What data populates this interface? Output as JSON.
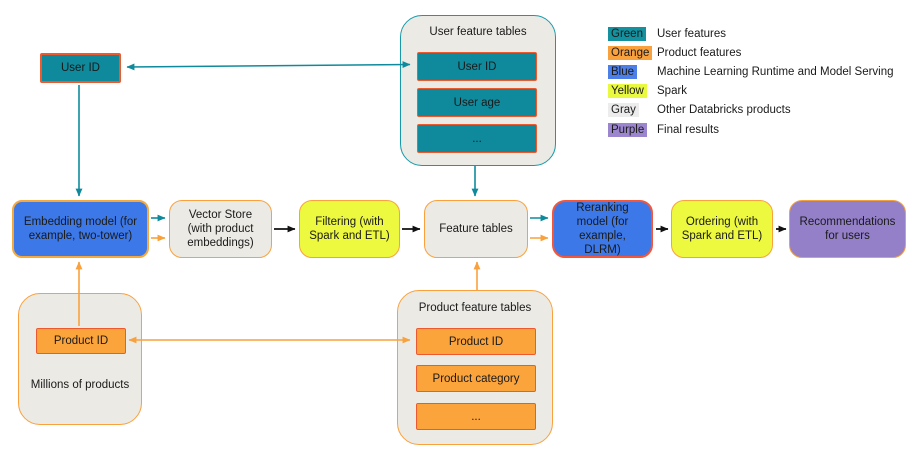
{
  "colors": {
    "teal": "#0E8A9C",
    "teal_border": "#1899A8",
    "orange": "#F9A13C",
    "orange_fill": "#FBA43C",
    "red_orange_border": "#EE5A2E",
    "blue": "#3C78E7",
    "reranking_border": "#F4563A",
    "yellow": "#EDF93F",
    "purple": "#9480C8",
    "gray_fill": "#ECEAE5",
    "black_arrow": "#111111",
    "legend_blue": "#4C80E8",
    "legend_gray": "#ECECEC",
    "legend_purple": "#9B85CF"
  },
  "user_id_box": {
    "label": "User ID"
  },
  "user_feature_tables": {
    "title": "User feature tables",
    "rows": [
      {
        "label": "User ID"
      },
      {
        "label": "User age"
      },
      {
        "label": "..."
      }
    ]
  },
  "pipeline": {
    "embedding": {
      "label": "Embedding model (for example, two-tower)"
    },
    "vector_store": {
      "label": "Vector Store (with product embeddings)"
    },
    "filtering": {
      "label": "Filtering (with Spark and ETL)"
    },
    "feature_tables": {
      "label": "Feature tables"
    },
    "reranking": {
      "label": "Reranking model (for example, DLRM)"
    },
    "ordering": {
      "label": "Ordering (with Spark and ETL)"
    },
    "recommendations": {
      "label": "Recommendations for users"
    }
  },
  "millions": {
    "product_id": "Product ID",
    "label": "Millions of products"
  },
  "product_feature_tables": {
    "title": "Product feature tables",
    "rows": [
      {
        "label": "Product ID"
      },
      {
        "label": "Product category"
      },
      {
        "label": "..."
      }
    ]
  },
  "legend": {
    "items": [
      {
        "swatch": "Green",
        "label": "User features"
      },
      {
        "swatch": "Orange",
        "label": "Product features"
      },
      {
        "swatch": "Blue",
        "label": "Machine Learning Runtime and Model Serving"
      },
      {
        "swatch": "Yellow",
        "label": "Spark"
      },
      {
        "swatch": "Gray",
        "label": "Other Databricks products"
      },
      {
        "swatch": "Purple",
        "label": "Final results"
      }
    ]
  }
}
